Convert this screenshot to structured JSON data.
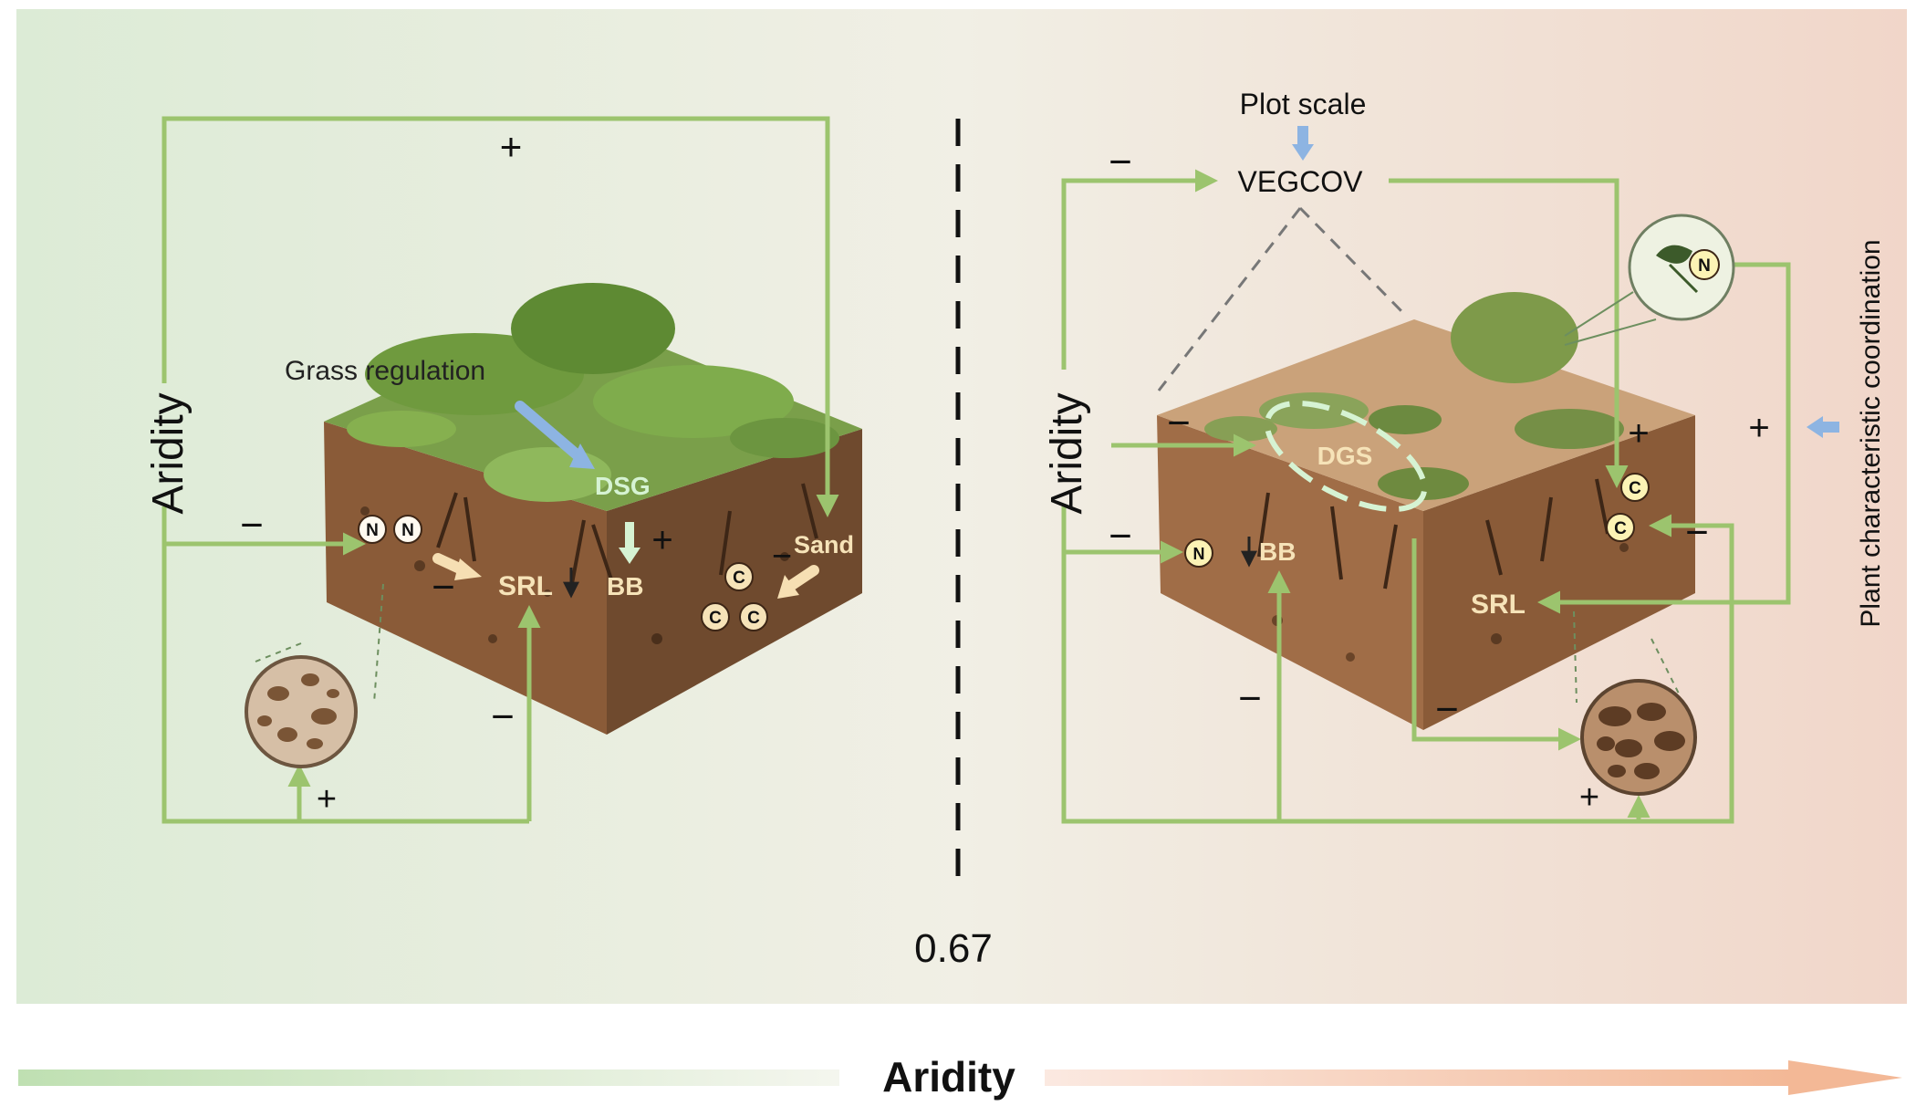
{
  "left_panel": {
    "aridity_label": "Aridity",
    "grass_regulation_label": "Grass regulation",
    "dsg_label": "DSG",
    "bb_label": "BB",
    "srl_label": "SRL",
    "sand_label": "Sand",
    "n_marker": "N",
    "c_marker": "C",
    "signs": {
      "top": "+",
      "aridity_n": "−",
      "n_srl": "−",
      "bb_right": "+",
      "sand_c": "−",
      "bottom_minus": "−",
      "bottom_plus": "+"
    }
  },
  "threshold": {
    "value": "0.67"
  },
  "right_panel": {
    "aridity_label": "Aridity",
    "plot_scale_label": "Plot scale",
    "vegcov_label": "VEGCOV",
    "dgs_label": "DGS",
    "bb_label": "BB",
    "srl_label": "SRL",
    "n_marker": "N",
    "c_marker": "C",
    "coordination_label": "Plant characteristic coordination",
    "signs": {
      "top_left": "−",
      "aridity_dgs": "−",
      "vegcov_c": "+",
      "coordination": "+",
      "aridity_n": "−",
      "c_minus": "−",
      "bb_minus": "−",
      "dgs_minus": "−",
      "bottom_plus": "+"
    }
  },
  "bottom_axis": {
    "label": "Aridity"
  },
  "colors": {
    "arrow_green": "#9cc46e",
    "arrow_blue": "#8db4e2",
    "arrow_cream": "#f6dfb3",
    "label_cream": "#f6e3b8",
    "soil": "#8a5b38",
    "grass": "#6f9a3e"
  }
}
